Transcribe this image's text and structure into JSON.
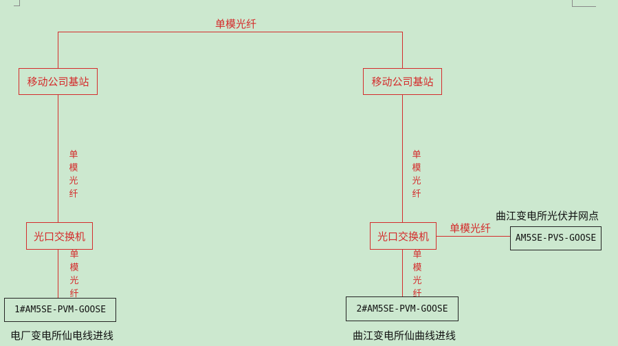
{
  "top_link_label": "单模光纤",
  "left": {
    "base_station": "移动公司基站",
    "link_upper": "单模光纤",
    "switch": "光口交换机",
    "link_lower": "单模光纤",
    "device": "1#AM5SE-PVM-GOOSE",
    "caption": "电厂变电所仙电线进线"
  },
  "right": {
    "base_station": "移动公司基站",
    "link_upper": "单模光纤",
    "switch": "光口交换机",
    "link_lower": "单模光纤",
    "device": "2#AM5SE-PVM-GOOSE",
    "caption": "曲江变电所仙曲线进线",
    "side_link": "单模光纤",
    "pv_device": "AM5SE-PVS-GOOSE",
    "pv_caption": "曲江变电所光伏并网点"
  }
}
